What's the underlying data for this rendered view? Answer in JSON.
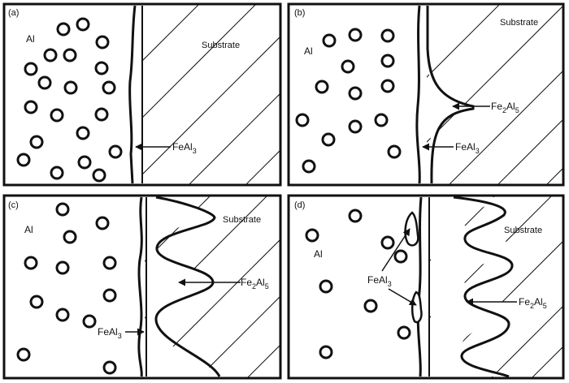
{
  "panels": [
    {
      "id": "a",
      "label": "(a)",
      "metal_label": "Al",
      "substrate_label": "Substrate",
      "layer_labels": [
        {
          "main": "FeAl",
          "sub": "3",
          "rest": ""
        }
      ]
    },
    {
      "id": "b",
      "label": "(b)",
      "metal_label": "Al",
      "substrate_label": "Substrate",
      "layer_labels": [
        {
          "main": "Fe",
          "sub": "2",
          "rest": "Al",
          "sub2": "5"
        },
        {
          "main": "FeAl",
          "sub": "3",
          "rest": ""
        }
      ]
    },
    {
      "id": "c",
      "label": "(c)",
      "metal_label": "Al",
      "substrate_label": "Substrate",
      "layer_labels": [
        {
          "main": "Fe",
          "sub": "2",
          "rest": "Al",
          "sub2": "5"
        },
        {
          "main": "FeAl",
          "sub": "3",
          "rest": ""
        }
      ]
    },
    {
      "id": "d",
      "label": "(d)",
      "metal_label": "Al",
      "substrate_label": "Substrate",
      "layer_labels": [
        {
          "main": "FeAl",
          "sub": "3",
          "rest": ""
        },
        {
          "main": "Fe",
          "sub": "2",
          "rest": "Al",
          "sub2": "5"
        }
      ]
    }
  ],
  "icons": {
    "particle": "circle-particle-icon",
    "arrow": "arrow-icon"
  },
  "colors": {
    "ink": "#111111",
    "background": "#ffffff"
  }
}
